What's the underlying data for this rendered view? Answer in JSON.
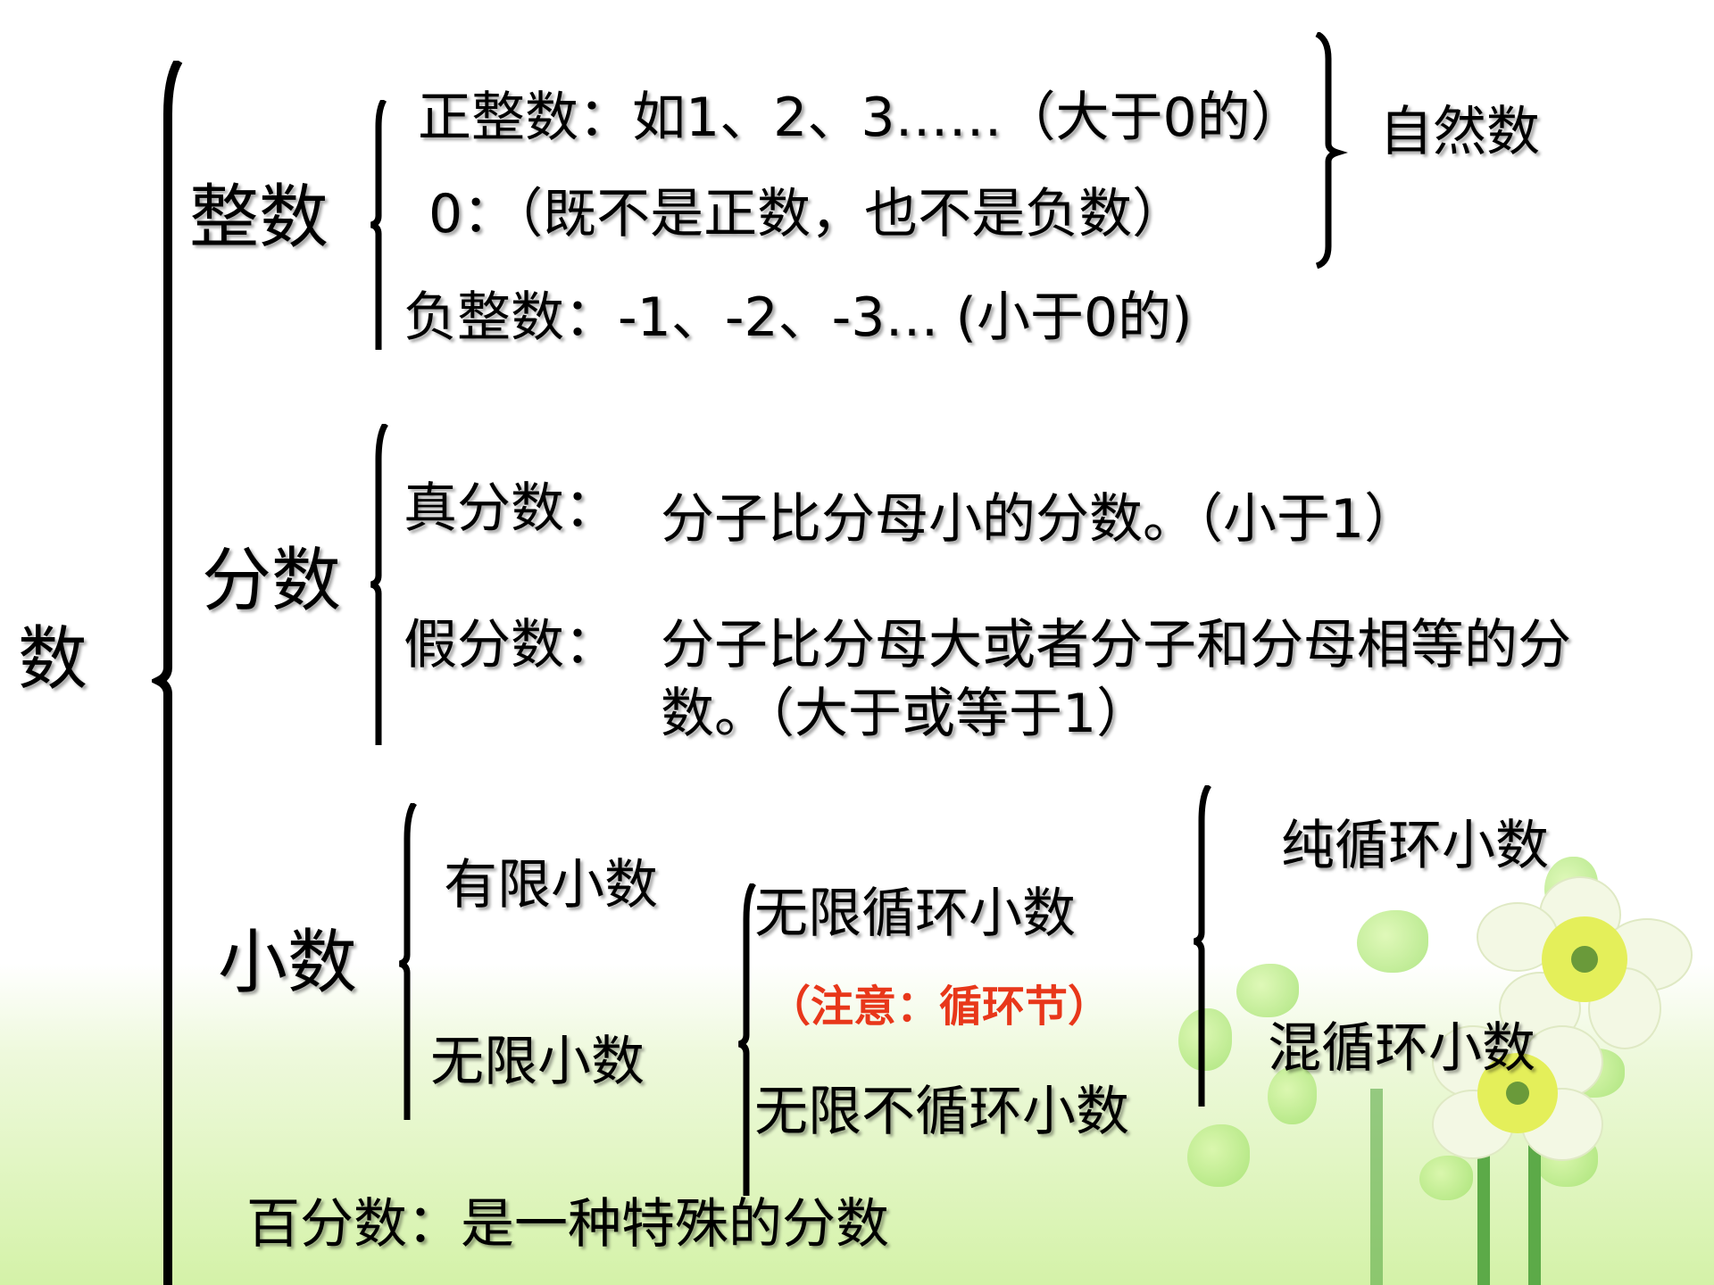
{
  "root": {
    "label": "数"
  },
  "integers": {
    "label": "整数",
    "items": [
      "正整数：如1、2、3……（大于0的）",
      "0：（既不是正数，也不是负数）",
      "负整数：-1、-2、-3… (小于0的)"
    ],
    "group_label": "自然数"
  },
  "fractions": {
    "label": "分数",
    "proper_label": "真分数：",
    "proper_desc": "分子比分母小的分数。（小于1）",
    "improper_label": "假分数：",
    "improper_desc_line1": "分子比分母大或者分子和分母相等的分",
    "improper_desc_line2": "数。（大于或等于1）"
  },
  "decimals": {
    "label": "小数",
    "finite": "有限小数",
    "infinite": "无限小数",
    "repeating": "无限循环小数",
    "note": "（注意：循环节）",
    "non_repeating": "无限不循环小数",
    "pure_repeating": "纯循环小数",
    "mixed_repeating": "混循环小数"
  },
  "percent": {
    "text": "百分数：是一种特殊的分数"
  },
  "colors": {
    "note": "#e8371a",
    "text": "#000000",
    "bg_bottom": "#d4f2a8"
  }
}
